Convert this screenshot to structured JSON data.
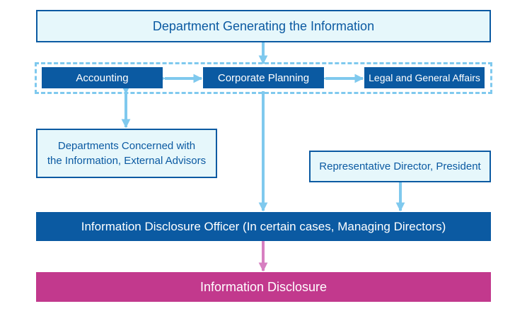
{
  "diagram": {
    "top": "Department Generating the Information",
    "accounting": "Accounting",
    "corporate_planning": "Corporate Planning",
    "legal": "Legal and General Affairs",
    "concerned_line1": "Departments Concerned with",
    "concerned_line2": "the Information, External Advisors",
    "representative": "Representative Director, President",
    "officer": "Information Disclosure Officer (In certain cases, Managing Directors)",
    "disclosure": "Information Disclosure"
  },
  "colors": {
    "navy": "#0b5aa2",
    "light_fill": "#e6f7fb",
    "arrow": "#7fc9ee",
    "magenta": "#c2398d",
    "magenta_arrow": "#d77fc1"
  }
}
